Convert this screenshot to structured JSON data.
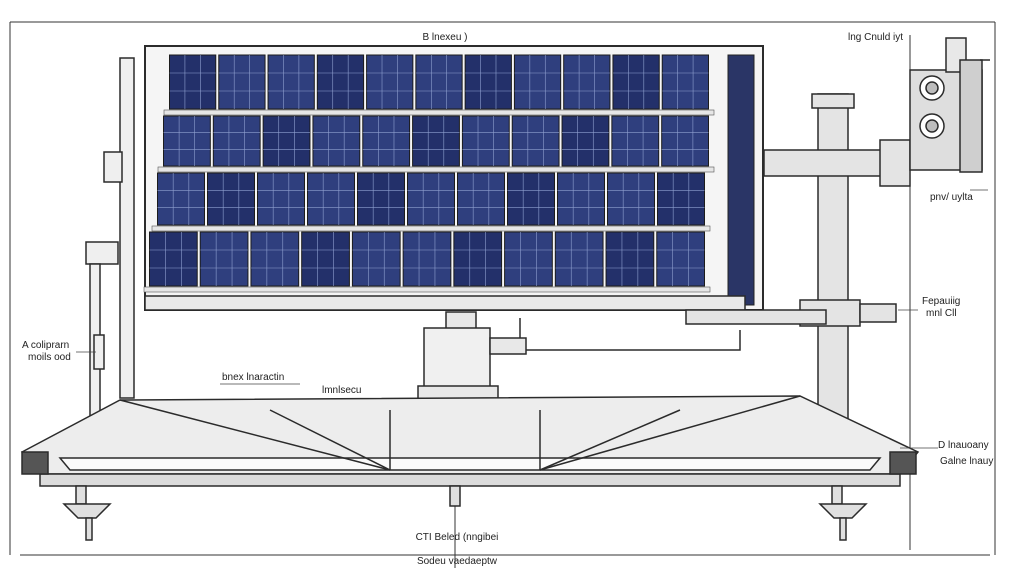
{
  "diagram": {
    "title": "B lnexeu )",
    "labels": {
      "top_right": "lng Cnuld iyt",
      "right_mid": "pnv/ uylta",
      "right_pipe_line1": "Fepauiig",
      "right_pipe_line2": "mnl Cll",
      "left_line1": "A coliprarn",
      "left_line2": "moils ood",
      "center_line1": "bnex lnaractin",
      "center_line2": "lmnlsecu",
      "right_low_line1": "D lnauoany",
      "right_low_line2": "Galne lnauy",
      "bottom_line1": "CTI Beled (nngibei",
      "bottom_line2": "Sodeu vaedaeptw"
    }
  },
  "colors": {
    "line": "#2b2b2b",
    "panel_fill": "#2f3f7e",
    "panel_dark": "#23306a",
    "cell_line": "#8fa0d0",
    "metal": "#e6e6e6",
    "frame": "#cfcfcf"
  },
  "icons": {
    "solar_panel": "solar-panel-icon",
    "motor": "motor-icon",
    "pipe": "pipe-icon"
  }
}
